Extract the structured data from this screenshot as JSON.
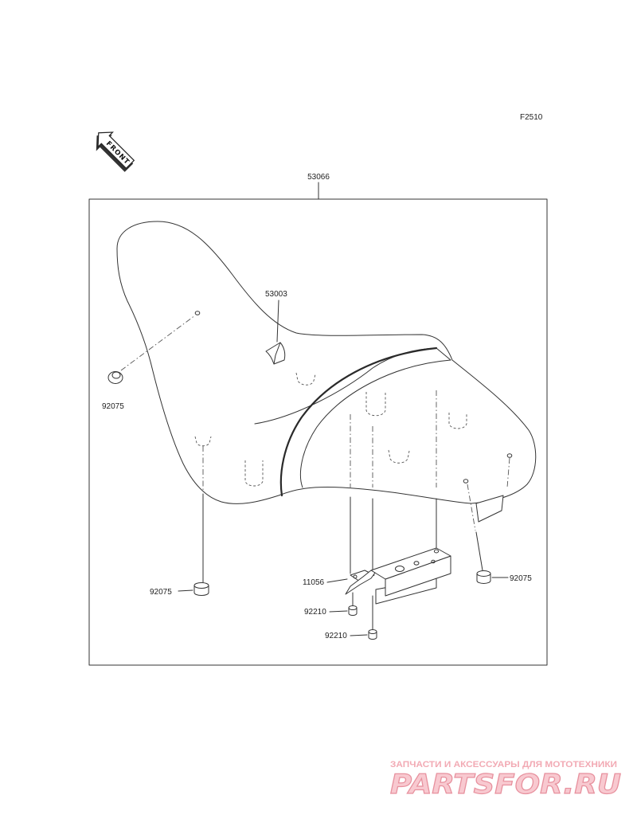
{
  "diagram": {
    "figure_code": "F2510",
    "front_label": "FRONT",
    "parts": {
      "seat_assembly": "53066",
      "seat_label": "53003",
      "damper_left": "92075",
      "damper_bottom": "92075",
      "damper_right": "92075",
      "latch": "11056",
      "nut_upper": "92210",
      "nut_lower": "92210"
    }
  },
  "watermark": {
    "tagline": "ЗАПЧАСТИ И АКСЕССУАРЫ ДЛЯ МОТОТЕХНИКИ",
    "logo": "PARTSFOR.RU"
  },
  "colors": {
    "line": "#333333",
    "watermark_fill": "#f8c9d0",
    "watermark_stroke": "#e7919e"
  }
}
